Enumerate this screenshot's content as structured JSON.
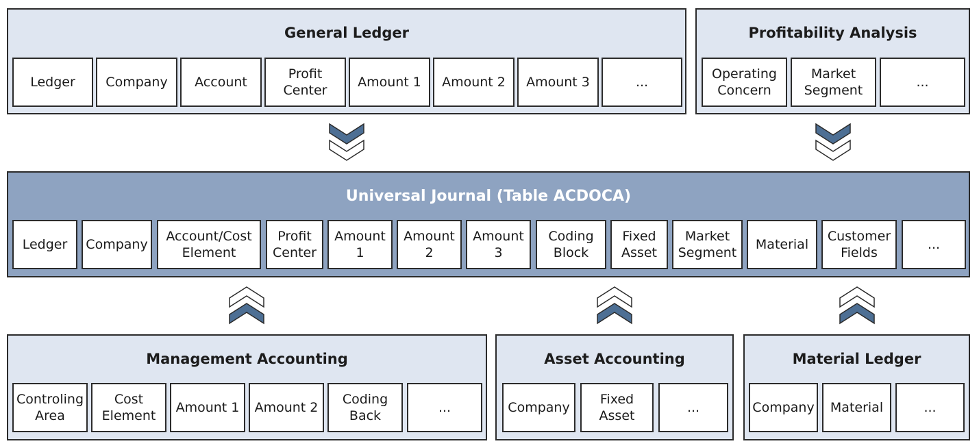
{
  "general_ledger": {
    "title": "General Ledger",
    "fields": [
      "Ledger",
      "Company",
      "Account",
      "Profit\nCenter",
      "Amount 1",
      "Amount 2",
      "Amount 3",
      "..."
    ]
  },
  "profitability_analysis": {
    "title": "Profitability Analysis",
    "fields": [
      "Operating\nConcern",
      "Market\nSegment",
      "..."
    ]
  },
  "universal_journal": {
    "title": "Universal Journal (Table ACDOCA)",
    "fields": [
      "Ledger",
      "Company",
      "Account/Cost\nElement",
      "Profit\nCenter",
      "Amount\n1",
      "Amount\n2",
      "Amount\n3",
      "Coding\nBlock",
      "Fixed\nAsset",
      "Market\nSegment",
      "Material",
      "Customer\nFields",
      "..."
    ]
  },
  "management_accounting": {
    "title": "Management Accounting",
    "fields": [
      "Controling\nArea",
      "Cost\nElement",
      "Amount 1",
      "Amount 2",
      "Coding\nBack",
      "..."
    ]
  },
  "asset_accounting": {
    "title": "Asset Accounting",
    "fields": [
      "Company",
      "Fixed\nAsset",
      "..."
    ]
  },
  "material_ledger": {
    "title": "Material Ledger",
    "fields": [
      "Company",
      "Material",
      "..."
    ]
  },
  "colors": {
    "panel_fill": "#dfe6f1",
    "main_fill": "#8ea3c1",
    "arrow_fill": "#4d6f94",
    "border": "#2b2b2b"
  }
}
